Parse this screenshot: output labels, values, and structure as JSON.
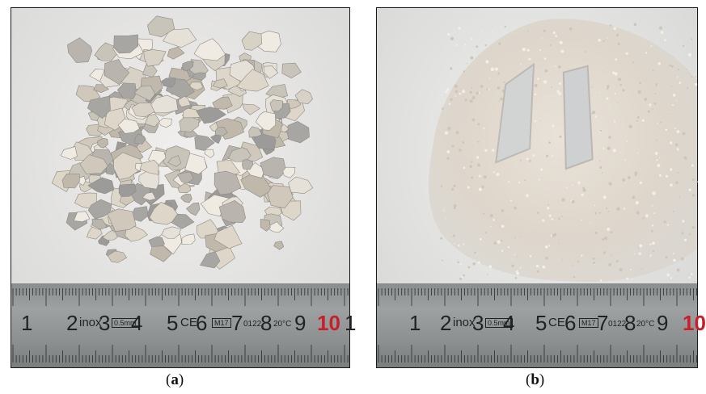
{
  "panels": [
    {
      "id": "a",
      "caption_letter": "a",
      "ruler": {
        "numbers": [
          "1",
          "2",
          "3",
          "4",
          "5",
          "6",
          "7",
          "8",
          "9",
          "10",
          "1"
        ],
        "markings": [
          "inox",
          "0.5mm",
          "CE",
          "M17",
          "0122",
          "20°C"
        ],
        "highlight_color": "#c8202a"
      }
    },
    {
      "id": "b",
      "caption_letter": "b",
      "ruler": {
        "numbers": [
          "1",
          "2",
          "3",
          "4",
          "5",
          "6",
          "7",
          "8",
          "9",
          "10"
        ],
        "markings": [
          "inox",
          "0.5mm",
          "CE",
          "M17",
          "0122",
          "20°C"
        ],
        "highlight_color": "#c8202a"
      }
    }
  ]
}
